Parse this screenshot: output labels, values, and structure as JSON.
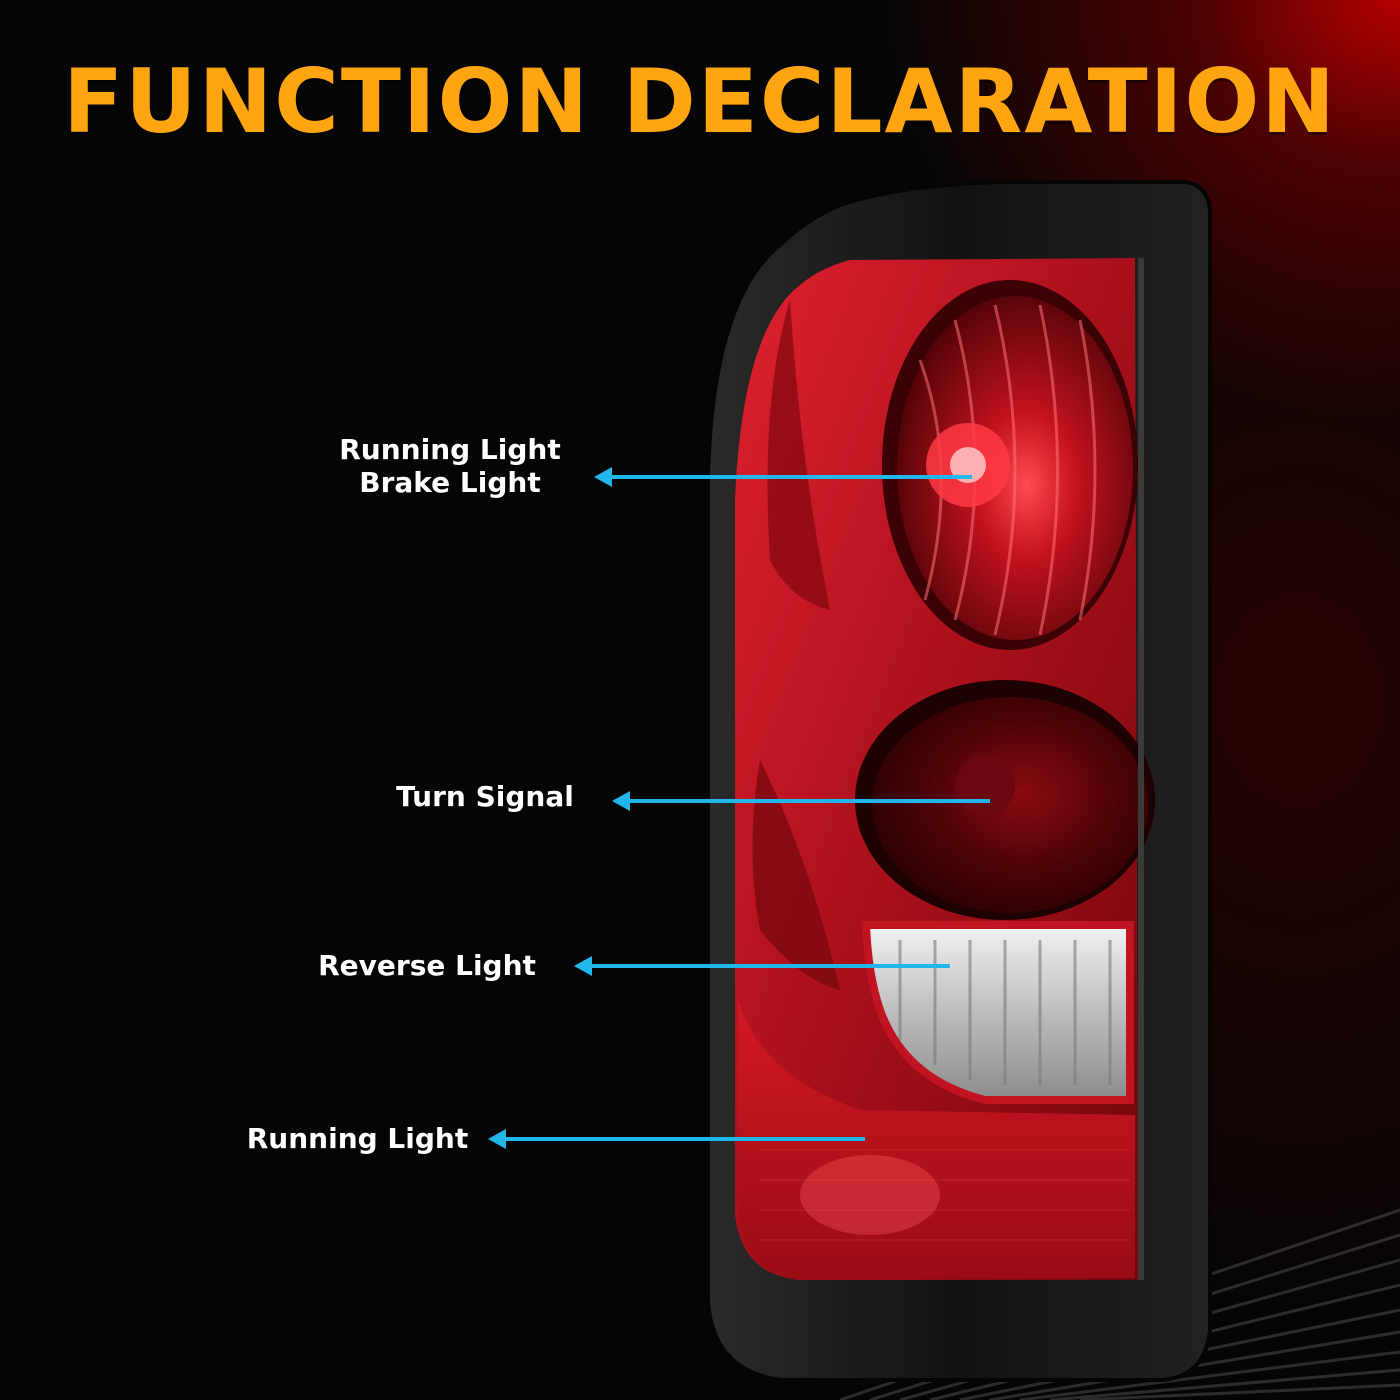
{
  "title": "FUNCTION DECLARATION",
  "callouts": [
    {
      "lines": [
        "Running Light",
        "Brake Light"
      ]
    },
    {
      "lines": [
        "Turn Signal"
      ]
    },
    {
      "lines": [
        "Reverse Light"
      ]
    },
    {
      "lines": [
        "Running Light"
      ]
    }
  ],
  "colors": {
    "title": "#ffa512",
    "arrow": "#22b7ea",
    "label": "#ffffff",
    "lens_red": "#c8101c",
    "housing": "#1a1a1a"
  },
  "icons": [
    "arrow-left-icon",
    "tail-light-illustration"
  ]
}
